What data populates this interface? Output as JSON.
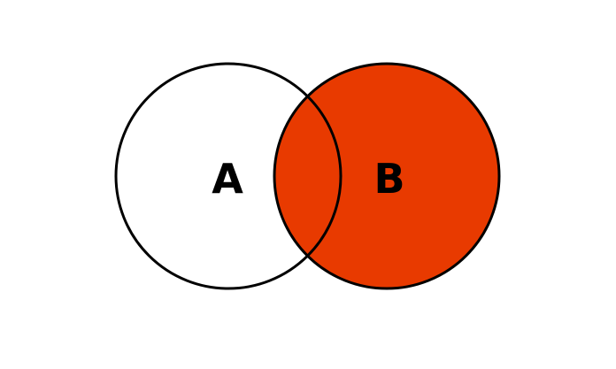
{
  "diagram": {
    "type": "venn",
    "sets": [
      {
        "label": "A",
        "shaded": false
      },
      {
        "label": "B",
        "shaded": true
      }
    ],
    "highlighted_region": "B",
    "colors": {
      "fill": "#E83A00",
      "stroke": "#000000",
      "background": "#FFFFFF",
      "label": "#000000"
    }
  }
}
